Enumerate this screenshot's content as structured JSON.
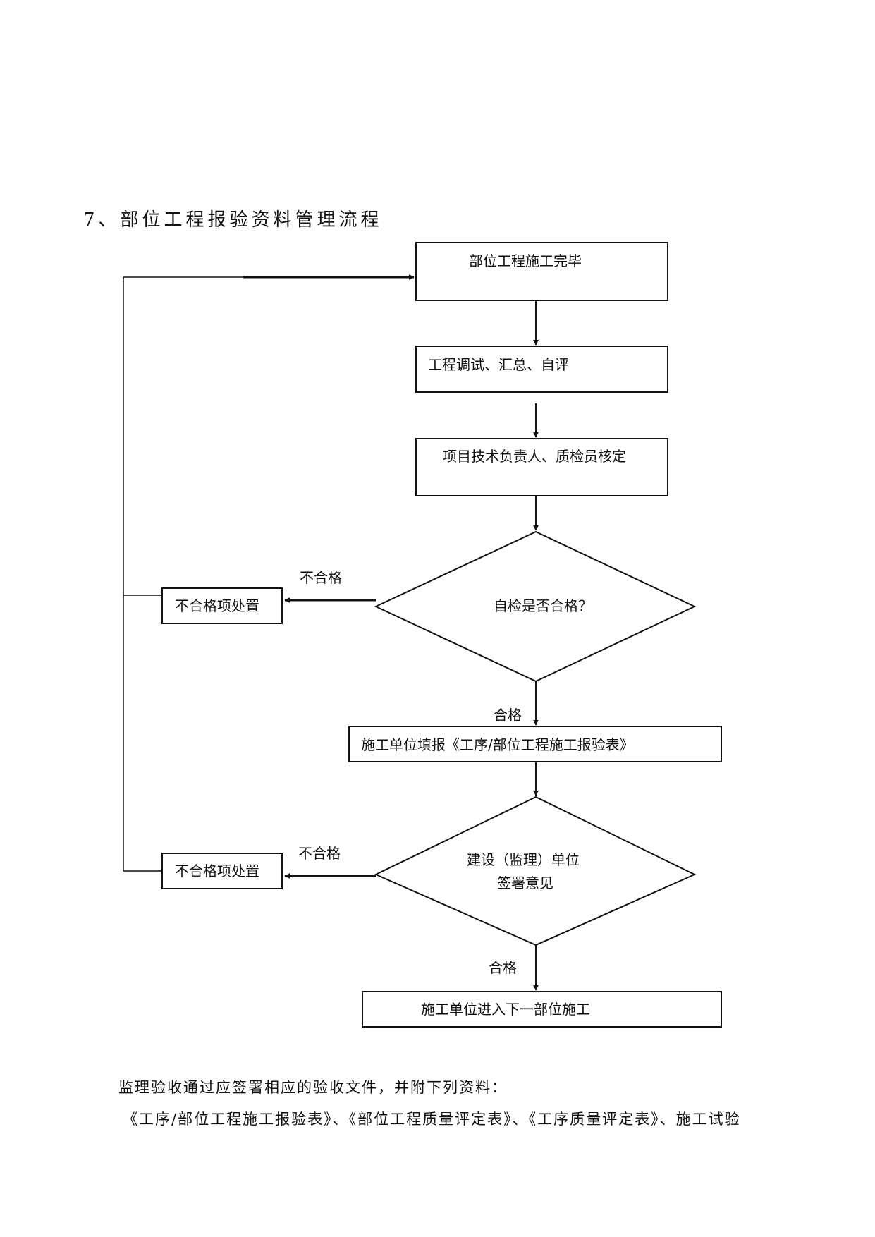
{
  "heading": "7、部位工程报验资料管理流程",
  "flowchart": {
    "step1": "部位工程施工完毕",
    "step2": "工程调试、汇总、自评",
    "step3": "项目技术负责人、质检员核定",
    "decision1": "自检是否合格？",
    "reject_box_1": "不合格项处置",
    "reject_label_1": "不合格",
    "pass_label_1": "合格",
    "step4": "施工单位填报《工序/部位工程施工报验表》",
    "decision2_line1": "建设（监理）单位",
    "decision2_line2": "签署意见",
    "reject_box_2": "不合格项处置",
    "reject_label_2": "不合格",
    "pass_label_2": "合格",
    "step5": "施工单位进入下一部位施工"
  },
  "paragraphs": [
    "监理验收通过应签署相应的验收文件，并附下列资料：",
    "《工序/部位工程施工报验表》、《部位工程质量评定表》、《工序质量评定表》、施工试验"
  ]
}
